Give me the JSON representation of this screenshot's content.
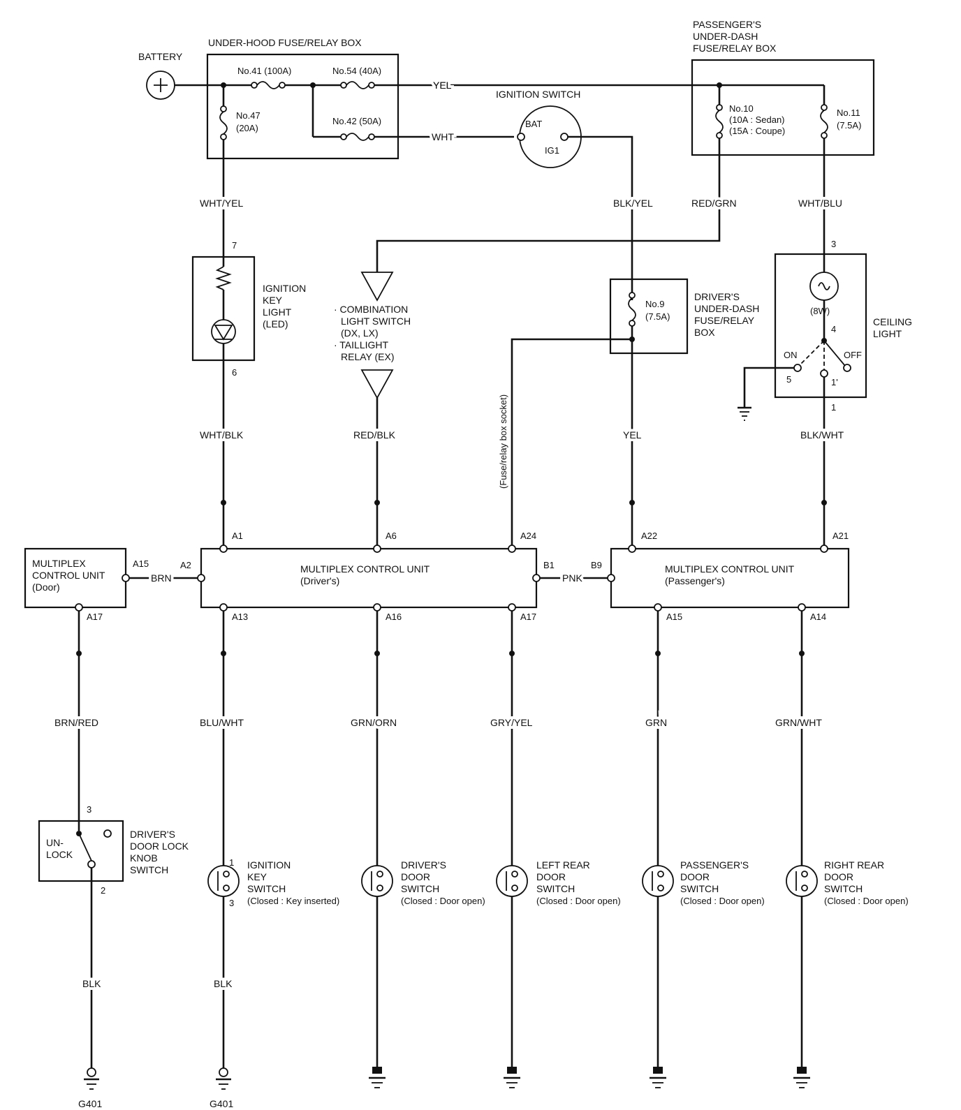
{
  "battery": {
    "label": "BATTERY"
  },
  "underhood": {
    "title": "UNDER-HOOD FUSE/RELAY BOX",
    "fuse41": "No.41 (100A)",
    "fuse54": "No.54 (40A)",
    "fuse42": "No.42 (50A)",
    "fuse47_a": "No.47",
    "fuse47_b": "(20A)"
  },
  "passenger_box": {
    "title1": "PASSENGER'S",
    "title2": "UNDER-DASH",
    "title3": "FUSE/RELAY BOX",
    "fuse10_a": "No.10",
    "fuse10_b": "(10A : Sedan)",
    "fuse10_c": "(15A : Coupe)",
    "fuse11_a": "No.11",
    "fuse11_b": "(7.5A)"
  },
  "ignition_switch": {
    "title": "IGNITION SWITCH",
    "bat": "BAT",
    "ig1": "IG1"
  },
  "driver_box": {
    "title1": "DRIVER'S",
    "title2": "UNDER-DASH",
    "title3": "FUSE/RELAY",
    "title4": "BOX",
    "fuse9_a": "No.9",
    "fuse9_b": "(7.5A)"
  },
  "key_light": {
    "l1": "IGNITION",
    "l2": "KEY",
    "l3": "LIGHT",
    "l4": "(LED)",
    "pin_top": "7",
    "pin_bottom": "6"
  },
  "combo": {
    "l1": "· COMBINATION",
    "l2": "LIGHT SWITCH",
    "l3": "(DX, LX)",
    "l4": "· TAILLIGHT",
    "l5": "RELAY (EX)"
  },
  "ceiling": {
    "l1": "CEILING",
    "l2": "LIGHT",
    "watt": "(8W)",
    "on": "ON",
    "off": "OFF",
    "pin3": "3",
    "pin4": "4",
    "pin5": "5",
    "pin1p": "1'",
    "pin1": "1"
  },
  "socket_label": "(Fuse/relay box socket)",
  "wires": {
    "yel_top": "YEL",
    "wht_top": "WHT",
    "wht_yel": "WHT/YEL",
    "blk_yel": "BLK/YEL",
    "red_grn": "RED/GRN",
    "wht_blu": "WHT/BLU",
    "wht_blk": "WHT/BLK",
    "red_blk": "RED/BLK",
    "yel_mid": "YEL",
    "blk_wht": "BLK/WHT",
    "brn": "BRN",
    "pnk": "PNK",
    "brn_red": "BRN/RED",
    "blu_wht": "BLU/WHT",
    "grn_orn": "GRN/ORN",
    "gry_yel": "GRY/YEL",
    "grn": "GRN",
    "grn_wht": "GRN/WHT",
    "blk_left": "BLK",
    "blk_ign": "BLK"
  },
  "mpx_door": {
    "l1": "MULTIPLEX",
    "l2": "CONTROL UNIT",
    "l3": "(Door)",
    "pin_a15": "A15",
    "pin_a17": "A17"
  },
  "mpx_driver": {
    "l1": "MULTIPLEX CONTROL UNIT",
    "l2": "(Driver's)",
    "pin_a1": "A1",
    "pin_a6": "A6",
    "pin_a24": "A24",
    "pin_a2": "A2",
    "pin_b1": "B1",
    "pin_a13": "A13",
    "pin_a16": "A16",
    "pin_a17": "A17"
  },
  "mpx_pass": {
    "l1": "MULTIPLEX CONTROL UNIT",
    "l2": "(Passenger's)",
    "pin_a22": "A22",
    "pin_a21": "A21",
    "pin_b9": "B9",
    "pin_a15": "A15",
    "pin_a14": "A14"
  },
  "lock_switch": {
    "l1": "DRIVER'S",
    "l2": "DOOR LOCK",
    "l3": "KNOB",
    "l4": "SWITCH",
    "un": "UN-",
    "lock": "LOCK",
    "pin3": "3",
    "pin2": "2"
  },
  "ign_key_switch": {
    "l1": "IGNITION",
    "l2": "KEY",
    "l3": "SWITCH",
    "l4": "(Closed : Key inserted)",
    "pin1": "1",
    "pin3": "3"
  },
  "drv_door_switch": {
    "l1": "DRIVER'S",
    "l2": "DOOR",
    "l3": "SWITCH",
    "l4": "(Closed : Door open)"
  },
  "lr_door_switch": {
    "l1": "LEFT REAR",
    "l2": "DOOR",
    "l3": "SWITCH",
    "l4": "(Closed : Door open)"
  },
  "pass_door_switch": {
    "l1": "PASSENGER'S",
    "l2": "DOOR",
    "l3": "SWITCH",
    "l4": "(Closed : Door open)"
  },
  "rr_door_switch": {
    "l1": "RIGHT REAR",
    "l2": "DOOR",
    "l3": "SWITCH",
    "l4": "(Closed : Door open)"
  },
  "grounds": {
    "g401_a": "G401",
    "g401_b": "G401"
  }
}
